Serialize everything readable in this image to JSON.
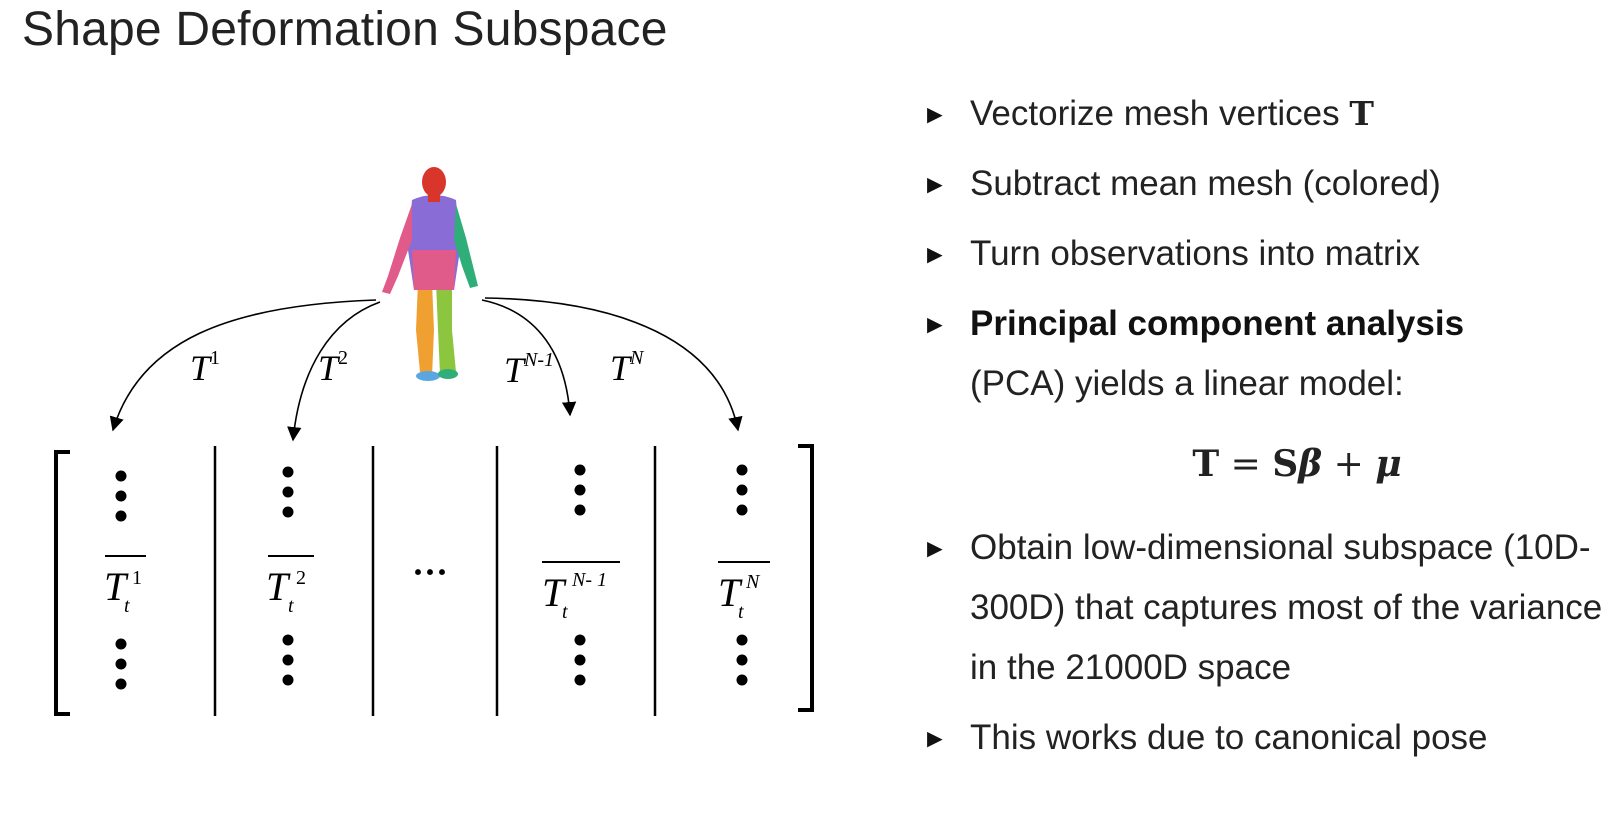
{
  "slide": {
    "title": "Shape Deformation Subspace"
  },
  "diagram": {
    "arrow_labels": [
      {
        "base": "T",
        "sup": "1"
      },
      {
        "base": "T",
        "sup": "2"
      },
      {
        "base": "T",
        "sup": "N-1"
      },
      {
        "base": "T",
        "sup": "N"
      }
    ],
    "columns": [
      {
        "base": "T",
        "sup": "1",
        "sub": "t"
      },
      {
        "base": "T",
        "sup": "2",
        "sub": "t"
      },
      {
        "ellipsis": "···"
      },
      {
        "base": "T",
        "sup": "N- 1",
        "sub": "t"
      },
      {
        "base": "T",
        "sup": "N",
        "sub": "t"
      }
    ],
    "mesh_colors": [
      "#d9362b",
      "#8a6cd6",
      "#5aa6e0",
      "#e05a8a",
      "#8cc63f",
      "#f0a030",
      "#2fae7a"
    ]
  },
  "bullets": [
    {
      "text": "Vectorize mesh vertices ",
      "math": "T"
    },
    {
      "text": "Subtract mean mesh (colored)"
    },
    {
      "text": "Turn observations into matrix"
    },
    {
      "bold": "Principal component analysis",
      "text": "(PCA) yields a linear model:"
    },
    {
      "text": "Obtain low-dimensional subspace (10D-300D) that captures most of the variance in the 21000D space"
    },
    {
      "text": "This works due to canonical pose"
    }
  ],
  "equation": {
    "lhs": "T",
    "equals": " = ",
    "s": "S",
    "beta": "β",
    "plus": " + ",
    "mu": "μ"
  },
  "marker": "►"
}
